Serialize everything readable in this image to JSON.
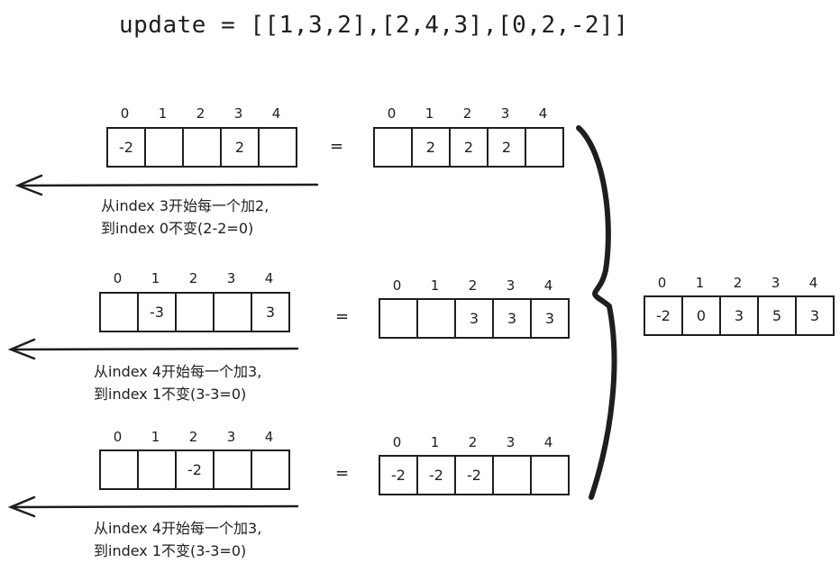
{
  "title": "update = [[1,3,2],[2,4,3],[0,2,-2]]",
  "indices": [
    "0",
    "1",
    "2",
    "3",
    "4"
  ],
  "equals": "=",
  "rows": [
    {
      "diff": [
        "-2",
        "",
        "",
        "2",
        ""
      ],
      "result": [
        "",
        "2",
        "2",
        "2",
        ""
      ],
      "note_line1": "从index 3开始每一个加2,",
      "note_line2": "到index 0不变(2-2=0)"
    },
    {
      "diff": [
        "",
        "-3",
        "",
        "",
        "3"
      ],
      "result": [
        "",
        "",
        "3",
        "3",
        "3"
      ],
      "note_line1": "从index 4开始每一个加3,",
      "note_line2": "到index 1不变(3-3=0)"
    },
    {
      "diff": [
        "",
        "",
        "-2",
        "",
        ""
      ],
      "result": [
        "-2",
        "-2",
        "-2",
        "",
        ""
      ],
      "note_line1": "从index 4开始每一个加3,",
      "note_line2": "到index 1不变(3-3=0)"
    }
  ],
  "final": [
    "-2",
    "0",
    "3",
    "5",
    "3"
  ]
}
